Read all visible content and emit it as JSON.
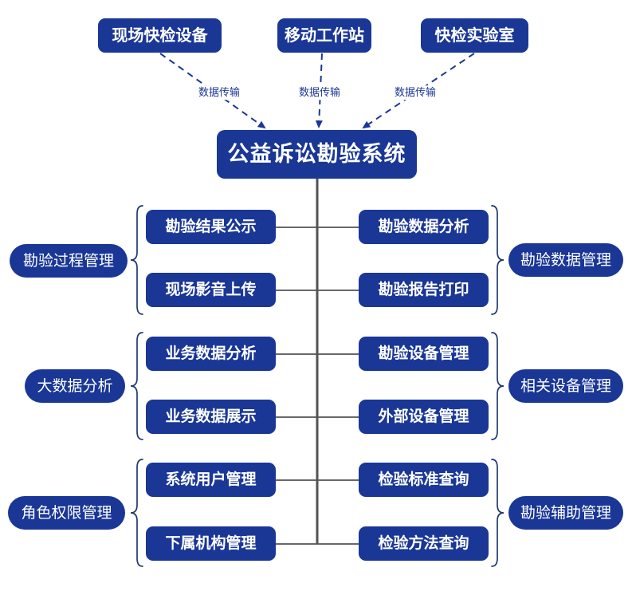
{
  "diagram": {
    "sources": [
      {
        "label": "现场快检设备"
      },
      {
        "label": "移动工作站"
      },
      {
        "label": "快检实验室"
      }
    ],
    "edge_label": "数据传输",
    "center": {
      "label": "公益诉讼勘验系统"
    },
    "groups": [
      {
        "side": "left",
        "pill": "勘验过程管理",
        "items": [
          "勘验结果公示",
          "现场影音上传"
        ]
      },
      {
        "side": "right",
        "pill": "勘验数据管理",
        "items": [
          "勘验数据分析",
          "勘验报告打印"
        ]
      },
      {
        "side": "left",
        "pill": "大数据分析",
        "items": [
          "业务数据分析",
          "业务数据展示"
        ]
      },
      {
        "side": "right",
        "pill": "相关设备管理",
        "items": [
          "勘验设备管理",
          "外部设备管理"
        ]
      },
      {
        "side": "left",
        "pill": "角色权限管理",
        "items": [
          "系统用户管理",
          "下属机构管理"
        ]
      },
      {
        "side": "right",
        "pill": "勘验辅助管理",
        "items": [
          "检验标准查询",
          "检验方法查询"
        ]
      }
    ],
    "colors": {
      "node_fill": "#1a3796",
      "node_text": "#ffffff",
      "connector": "#535353",
      "arrow": "#1a3796",
      "brace": "#21386f"
    }
  }
}
